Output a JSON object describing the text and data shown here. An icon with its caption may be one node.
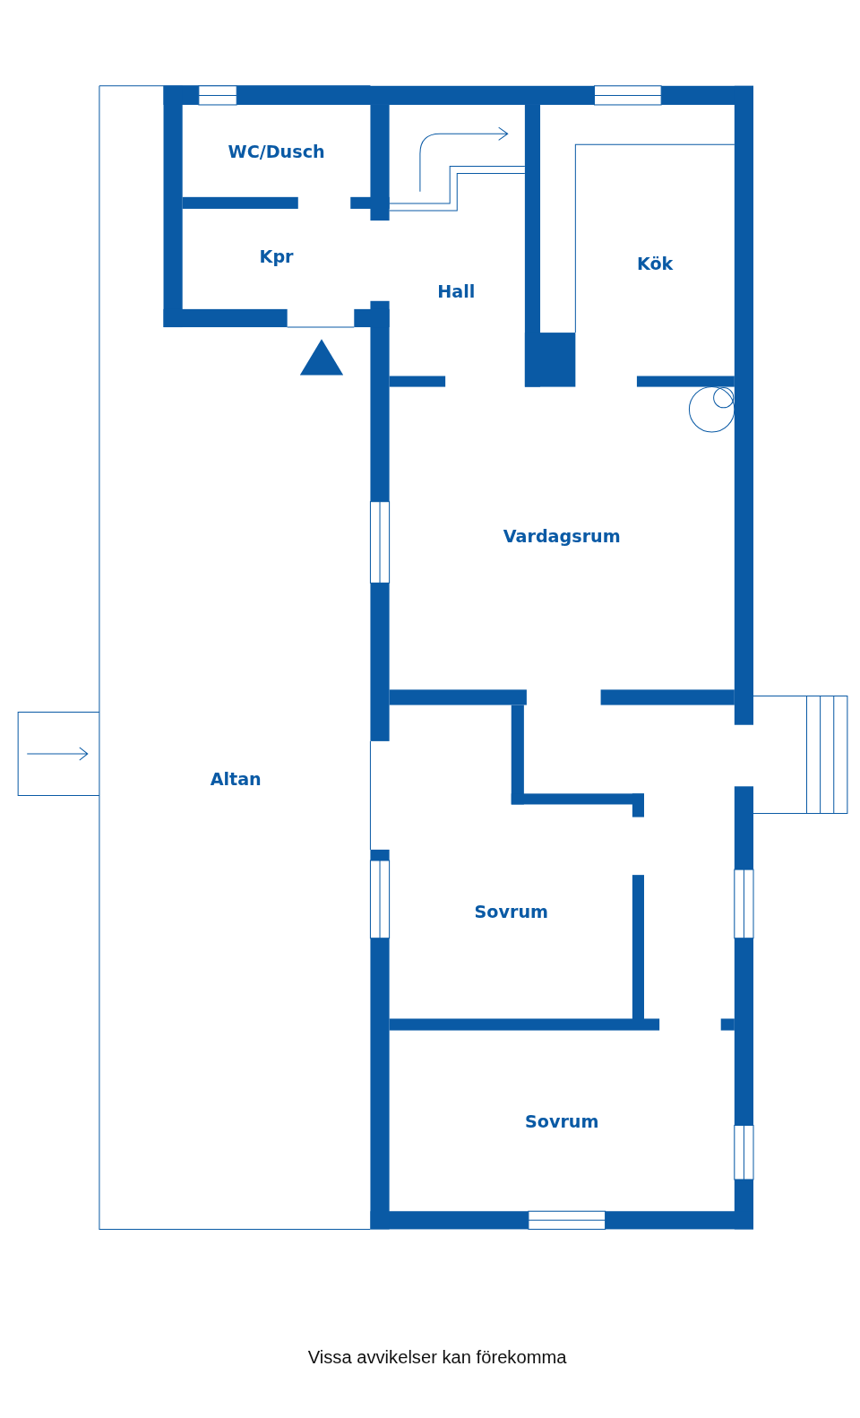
{
  "diagram": {
    "caption": "Vissa avvikelser kan förekomma",
    "nodes": [
      {
        "text": [
          "WC/Dusch"
        ]
      },
      {
        "text": [
          "Hall"
        ]
      },
      {
        "text": [
          "Kök"
        ]
      },
      {
        "text": [
          "Kpr"
        ]
      },
      {
        "text": [
          "Vardagsrum"
        ]
      },
      {
        "text": [
          "Altan"
        ]
      },
      {
        "text": [
          "Sovrum"
        ]
      },
      {
        "text": [
          "Sovrum"
        ]
      }
    ]
  }
}
